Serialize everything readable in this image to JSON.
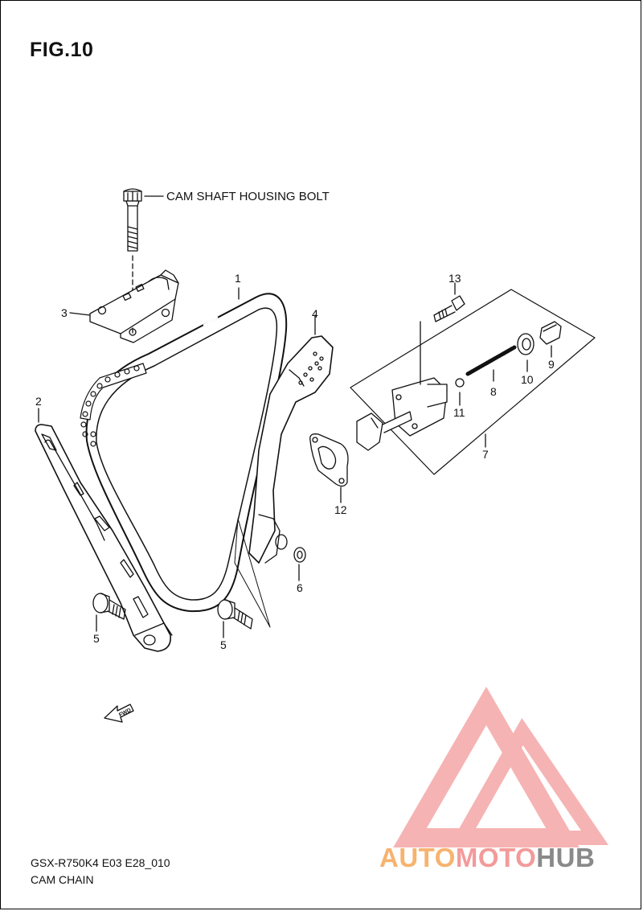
{
  "figure": {
    "title": "FIG.10"
  },
  "bolt_label": "CAM SHAFT HOUSING BOLT",
  "callouts": {
    "c1": "1",
    "c2": "2",
    "c3": "3",
    "c4": "4",
    "c5a": "5",
    "c5b": "5",
    "c6": "6",
    "c7": "7",
    "c8": "8",
    "c9": "9",
    "c10": "10",
    "c11": "11",
    "c12": "12",
    "c13": "13"
  },
  "fwd_label": "FWD",
  "footer": {
    "model": "GSX-R750K4 E03 E28_010",
    "name": "CAM CHAIN"
  },
  "watermark": {
    "part1": "AUTO",
    "part2": "MOTO",
    "part3": "HUB"
  },
  "colors": {
    "line": "#111111",
    "watermark_red": "#f39a9a",
    "watermark_orange": "#f7b36e",
    "watermark_gray": "#8a8a8a"
  }
}
